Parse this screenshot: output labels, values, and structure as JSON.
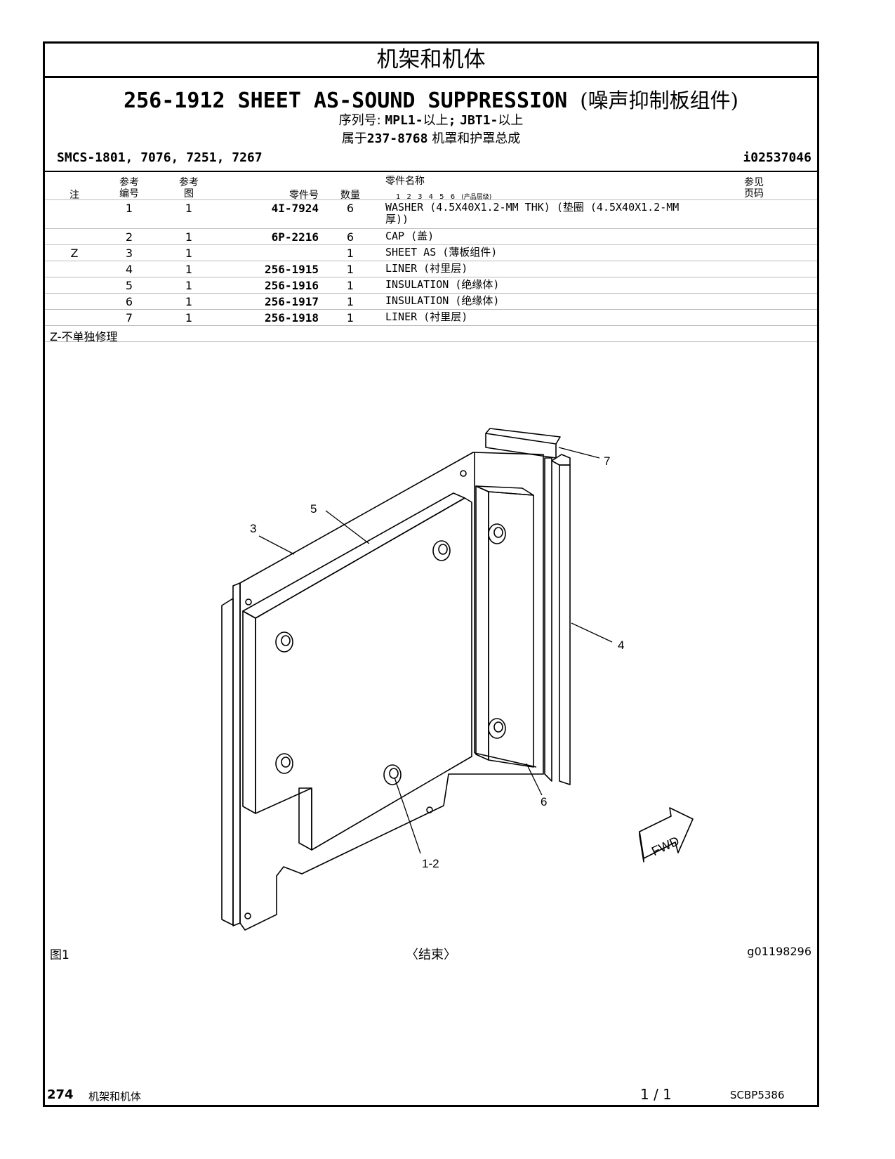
{
  "section_title": "机架和机体",
  "title": {
    "part_number": "256-1912",
    "name": "SHEET AS-SOUND SUPPRESSION",
    "name_cn": "(噪声抑制板组件)"
  },
  "serial": {
    "label": "序列号:",
    "s1": "MPL1-",
    "s1_range": "以上",
    "sep": ";",
    "s2": "JBT1-",
    "s2_range": "以上"
  },
  "belongs": {
    "prefix": "属于",
    "part": "237-8768",
    "desc": "机罩和护罩总成"
  },
  "smcs": "SMCS-1801, 7076, 7251, 7267",
  "doc_id": "i02537046",
  "table": {
    "headers": {
      "note": "注",
      "ref_no_1": "参考",
      "ref_no_2": "编号",
      "ref_fig_1": "参考",
      "ref_fig_2": "图",
      "part_no": "零件号",
      "qty": "数量",
      "part_name": "零件名称",
      "levels": "1 2 3 4 5 6",
      "levels_note": "(产品层级)",
      "see_page_1": "参见",
      "see_page_2": "页码"
    },
    "rows": [
      {
        "note": "",
        "ref": "1",
        "fig": "1",
        "part": "4I-7924",
        "qty": "6",
        "name": "WASHER (4.5X40X1.2-MM THK) (垫圈 (4.5X40X1.2-MM",
        "name2": "厚))"
      },
      {
        "note": "",
        "ref": "2",
        "fig": "1",
        "part": "6P-2216",
        "qty": "6",
        "name": "CAP (盖)",
        "name2": ""
      },
      {
        "note": "Z",
        "ref": "3",
        "fig": "1",
        "part": "",
        "qty": "1",
        "name": "SHEET AS (薄板组件)",
        "name2": ""
      },
      {
        "note": "",
        "ref": "4",
        "fig": "1",
        "part": "256-1915",
        "qty": "1",
        "name": "LINER (衬里层)",
        "name2": ""
      },
      {
        "note": "",
        "ref": "5",
        "fig": "1",
        "part": "256-1916",
        "qty": "1",
        "name": "INSULATION (绝缘体)",
        "name2": ""
      },
      {
        "note": "",
        "ref": "6",
        "fig": "1",
        "part": "256-1917",
        "qty": "1",
        "name": "INSULATION (绝缘体)",
        "name2": ""
      },
      {
        "note": "",
        "ref": "7",
        "fig": "1",
        "part": "256-1918",
        "qty": "1",
        "name": "LINER (衬里层)",
        "name2": ""
      }
    ],
    "note_legend": "Z-不单独修理"
  },
  "figure": {
    "callouts": [
      "1-2",
      "3",
      "4",
      "5",
      "6",
      "7"
    ],
    "fwd_label": "FWD",
    "label": "图1",
    "end": "〈结束〉",
    "graphic_id": "g01198296"
  },
  "footer": {
    "page": "274",
    "section": "机架和机体",
    "count": "1 / 1",
    "code": "SCBP5386"
  }
}
